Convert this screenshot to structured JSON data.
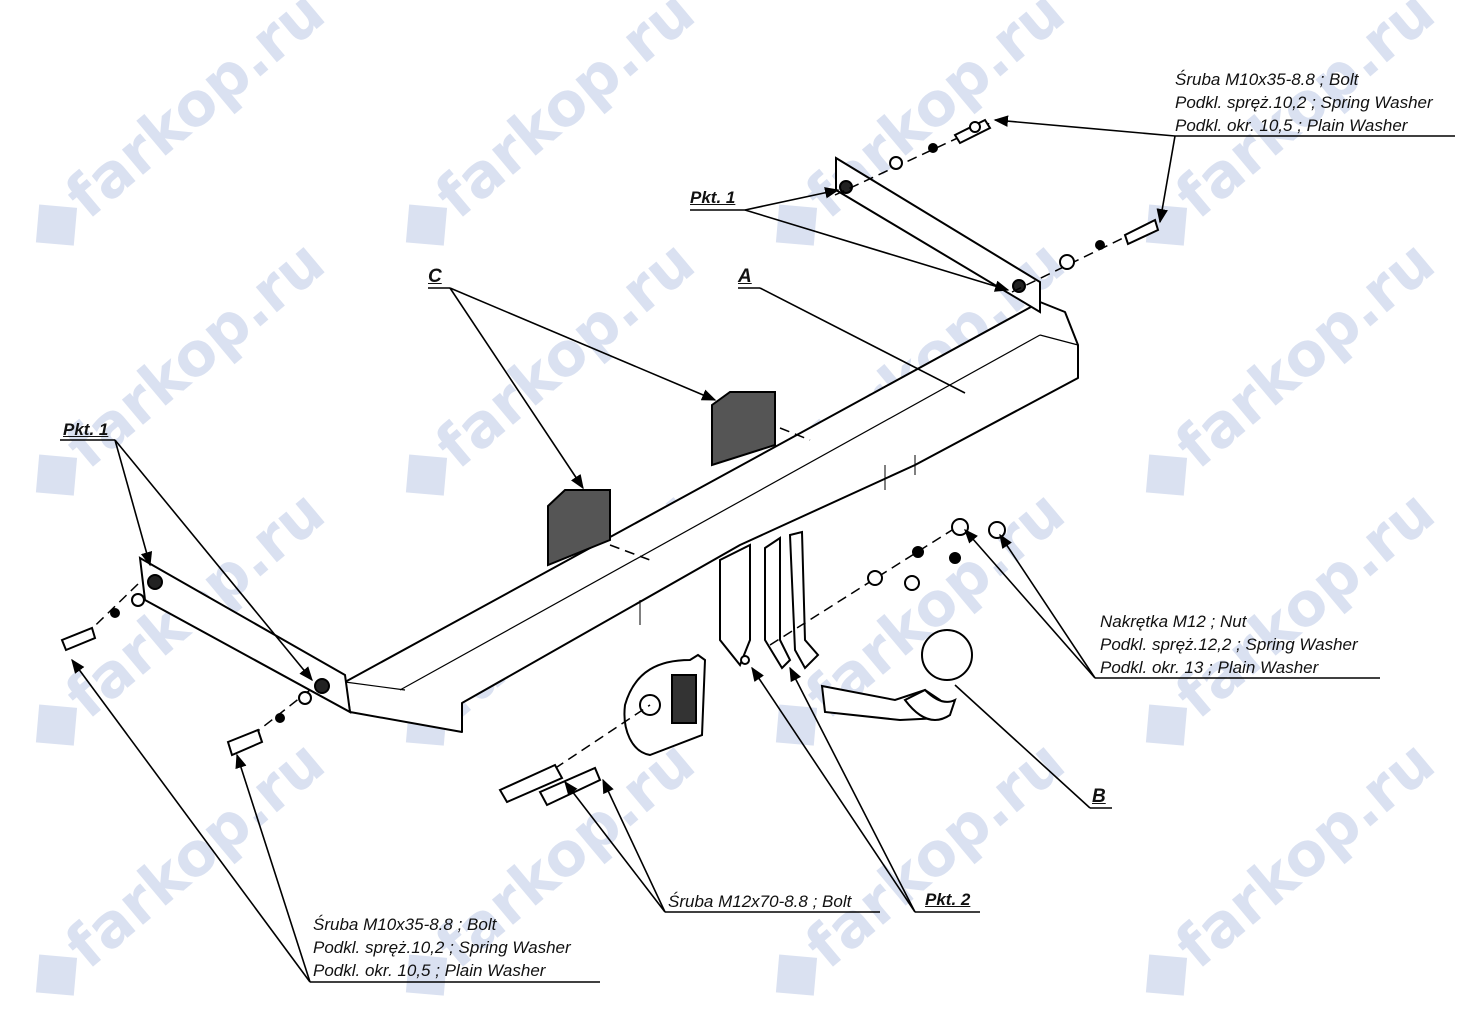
{
  "watermark_text": "farkop.ru",
  "labels": {
    "a": "A",
    "b": "B",
    "c": "C",
    "pkt1_left": "Pkt. 1",
    "pkt1_right": "Pkt. 1",
    "pkt2": "Pkt. 2",
    "bolt_top": [
      "Śruba M10x35-8.8 ;  Bolt",
      "Podkl. spręż.10,2 ; Spring Washer",
      "Podkl. okr. 10,5 ; Plain Washer"
    ],
    "bolt_bottom_left": [
      "Śruba M10x35-8.8 ;  Bolt",
      "Podkl. spręż.10,2 ; Spring Washer",
      "Podkl. okr. 10,5 ; Plain Washer"
    ],
    "nut_right": [
      "Nakrętka  M12 ; Nut",
      "Podkl. spręż.12,2 ; Spring Washer",
      "Podkl. okr. 13 ; Plain Washer"
    ],
    "bolt_m12": "Śruba M12x70-8.8 ;  Bolt"
  }
}
